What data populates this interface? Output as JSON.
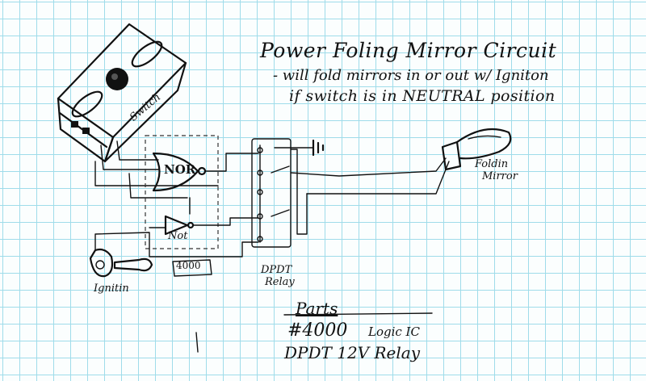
{
  "title": "Power Foling Mirror Circuit",
  "subtitle_line1": "- will fold mirrors in or out w/ Igniton",
  "subtitle_line2": "if switch is in NEUTRAL position",
  "labels": {
    "switch": "Switch",
    "nor": "NOR",
    "not": "Not",
    "ic": "4000",
    "ignition": "Ignitin",
    "relay_line1": "DPDT",
    "relay_line2": "Relay",
    "mirror_line1": "Foldin",
    "mirror_line2": "Mirror"
  },
  "parts": {
    "heading": "Parts",
    "item1_code": "#4000",
    "item1_desc": "Logic IC",
    "item2": "DPDT 12V Relay"
  },
  "colors": {
    "grid": "#9fdcea",
    "ink": "#111111",
    "paper": "#fbfefe"
  },
  "icons": [
    "toggle-switch-box-icon",
    "nor-gate-icon",
    "not-gate-icon",
    "ignition-key-icon",
    "ic-chip-icon",
    "dpdt-relay-icon",
    "ground-icon",
    "folding-mirror-icon"
  ]
}
